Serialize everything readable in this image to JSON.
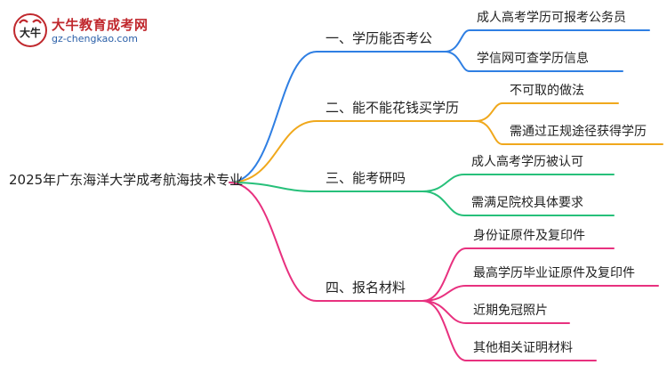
{
  "logo": {
    "title": "大牛教育成考网",
    "url": "gz-chengkao.com",
    "mark_text": "大牛"
  },
  "mindmap": {
    "root": "2025年广东海洋大学成考航海技术专业",
    "branches": [
      {
        "label": "一、学历能否考公",
        "color": "#2f7fe3",
        "children": [
          "成人高考学历可报考公务员",
          "学信网可查学历信息"
        ]
      },
      {
        "label": "二、能不能花钱买学历",
        "color": "#f0a81c",
        "children": [
          "不可取的做法",
          "需通过正规途径获得学历"
        ]
      },
      {
        "label": "三、能考研吗",
        "color": "#27c07a",
        "children": [
          "成人高考学历被认可",
          "需满足院校具体要求"
        ]
      },
      {
        "label": "四、报名材料",
        "color": "#e8317f",
        "children": [
          "身份证原件及复印件",
          "最高学历毕业证原件及复印件",
          "近期免冠照片",
          "其他相关证明材料"
        ]
      }
    ]
  }
}
